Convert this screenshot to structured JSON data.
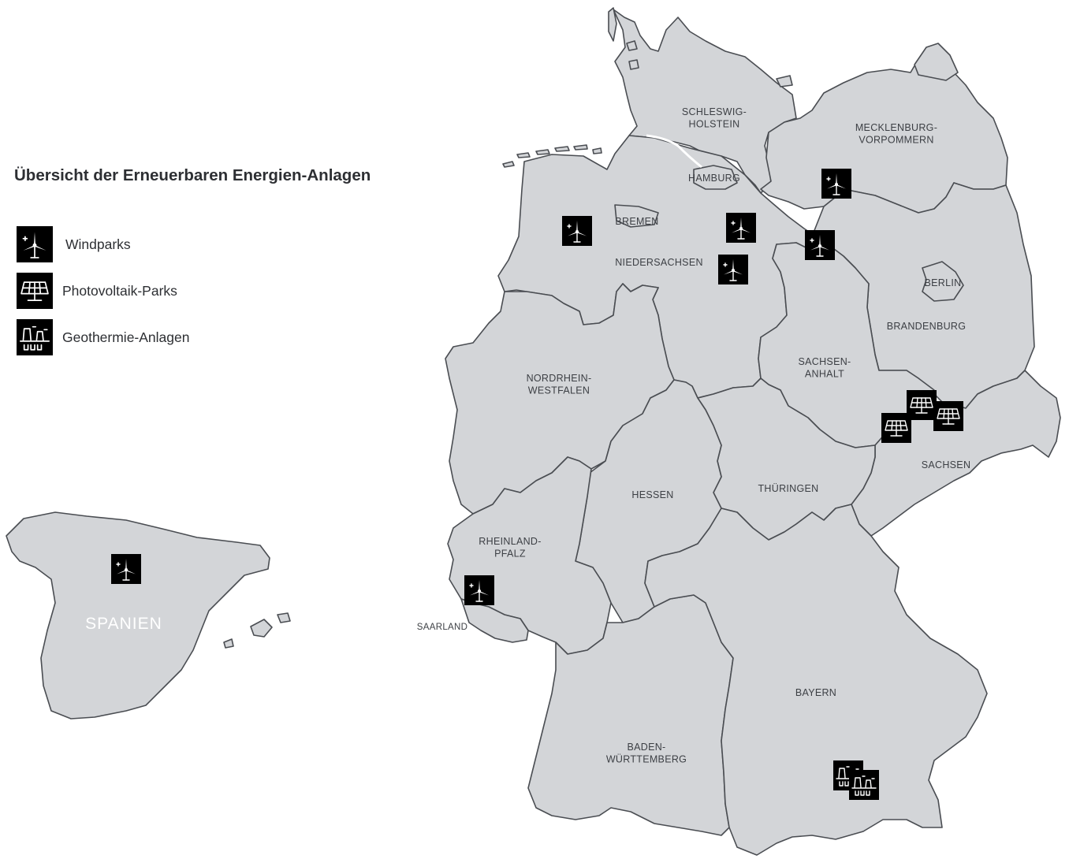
{
  "legend": {
    "title": "Übersicht der Erneuerbaren Energien-Anlagen",
    "items": [
      {
        "label": "Windparks",
        "icon": "wind-turbine-icon"
      },
      {
        "label": "Photovoltaik-Parks",
        "icon": "solar-panel-icon"
      },
      {
        "label": "Geothermie-Anlagen",
        "icon": "geothermal-plant-icon"
      }
    ]
  },
  "colors": {
    "region_fill": "#d3d5d8",
    "border": "#4a4d52",
    "marker": "#6ab54a",
    "label": "#3c3f44"
  },
  "regions": {
    "schleswig_holstein": "SCHLESWIG-\nHOLSTEIN",
    "mecklenburg_vorpommern": "MECKLENBURG-\nVORPOMMERN",
    "hamburg": "HAMBURG",
    "bremen": "BREMEN",
    "niedersachsen": "NIEDERSACHSEN",
    "berlin": "BERLIN",
    "brandenburg": "BRANDENBURG",
    "sachsen_anhalt": "SACHSEN-\nANHALT",
    "nordrhein_westfalen": "NORDRHEIN-\nWESTFALEN",
    "sachsen": "SACHSEN",
    "hessen": "HESSEN",
    "thueringen": "THÜRINGEN",
    "rheinland_pfalz": "RHEINLAND-\nPFALZ",
    "saarland": "SAARLAND",
    "bayern": "BAYERN",
    "baden_wuerttemberg": "BADEN-\nWÜRTTEMBERG",
    "spanien": "SPANIEN"
  },
  "markers": [
    {
      "type": "wind",
      "region": "Mecklenburg-Vorpommern"
    },
    {
      "type": "wind",
      "region": "Niedersachsen (West)"
    },
    {
      "type": "wind",
      "region": "Niedersachsen"
    },
    {
      "type": "wind",
      "region": "Niedersachsen"
    },
    {
      "type": "wind",
      "region": "Sachsen-Anhalt (Nord)"
    },
    {
      "type": "solar",
      "region": "Sachsen"
    },
    {
      "type": "solar",
      "region": "Sachsen"
    },
    {
      "type": "solar",
      "region": "Sachsen"
    },
    {
      "type": "wind",
      "region": "Rheinland-Pfalz"
    },
    {
      "type": "geothermal",
      "region": "Bayern"
    },
    {
      "type": "geothermal",
      "region": "Bayern"
    },
    {
      "type": "wind",
      "region": "Spanien"
    }
  ]
}
